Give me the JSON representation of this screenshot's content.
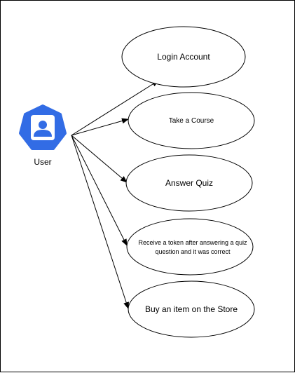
{
  "actor": {
    "label": "User",
    "icon": "user-avatar-heptagon-icon",
    "icon_color": "#326ce5"
  },
  "use_cases": [
    {
      "id": "login",
      "label": "Login Account"
    },
    {
      "id": "course",
      "label": "Take a Course"
    },
    {
      "id": "quiz",
      "label": "Answer Quiz"
    },
    {
      "id": "token",
      "label": "Receive a token after answering a quiz question and it was correct"
    },
    {
      "id": "store",
      "label": "Buy an item on the Store"
    }
  ],
  "colors": {
    "stroke": "#000000",
    "background": "#ffffff",
    "text": "#000000"
  }
}
